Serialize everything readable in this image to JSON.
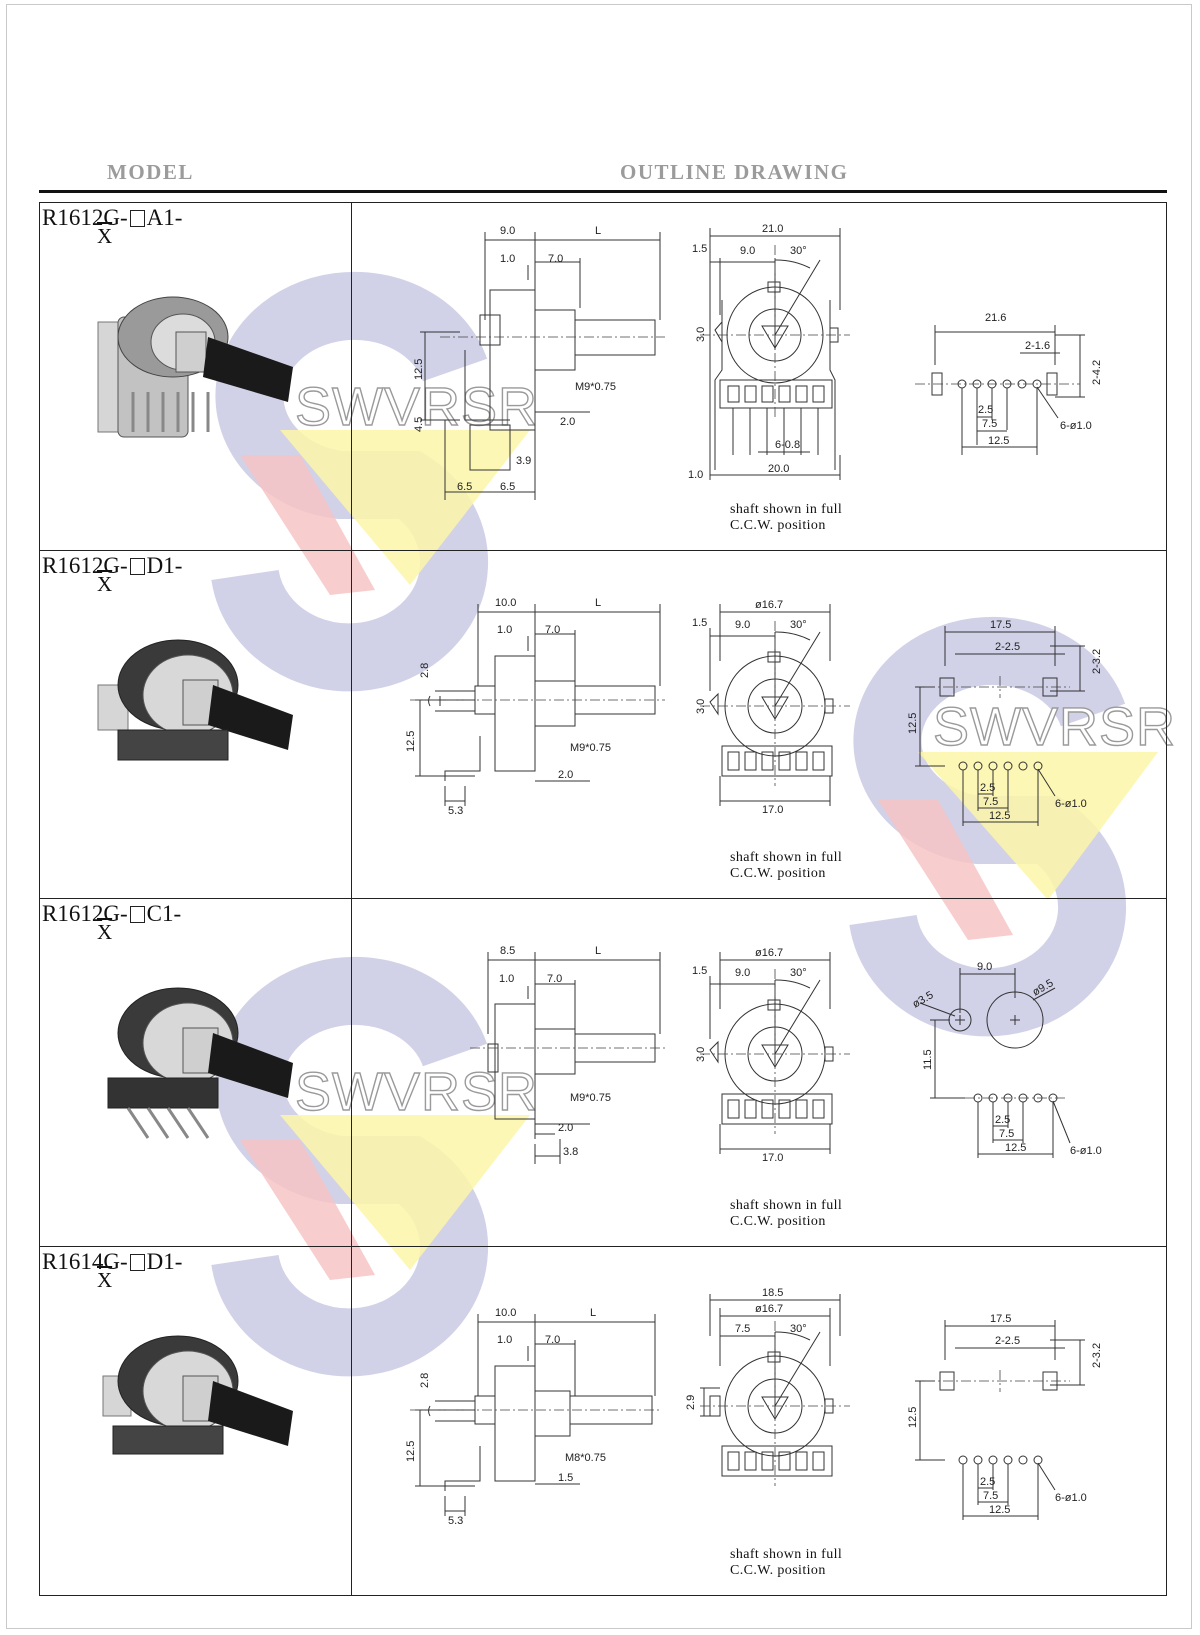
{
  "header": {
    "model": "MODEL",
    "outline": "OUTLINE DRAWING"
  },
  "watermark": {
    "text": "SWVRSR",
    "colors": [
      "#c9c9e4",
      "#f6c4c4",
      "#fdf6a8"
    ]
  },
  "caption_line1": "shaft shown in full",
  "caption_line2": "C.C.W. position",
  "rows": [
    {
      "model_prefix": "R1612G-",
      "model_suffix": "A1-",
      "x": "X",
      "side": {
        "d1": "9.0",
        "d2": "L",
        "d3": "1.0",
        "d4": "7.0",
        "thread": "M9*0.75",
        "d5": "12.5",
        "d6": "4.5",
        "d7": "2.0",
        "d8": "3.9",
        "d9": "6.5",
        "d10": "6.5"
      },
      "front": {
        "top": "21.0",
        "a": "1.5",
        "b": "9.0",
        "angle": "30°",
        "h": "3.0",
        "pins": "6-0.8",
        "bl": "1.0",
        "bottom": "20.0"
      },
      "pcb": {
        "w": "21.6",
        "s": "2-1.6",
        "t": "2-4.2",
        "p1": "2.5",
        "p2": "7.5",
        "p3": "12.5",
        "holes": "6-ø1.0"
      }
    },
    {
      "model_prefix": "R1612G-",
      "model_suffix": "D1-",
      "x": "X",
      "side": {
        "d1": "10.0",
        "d2": "L",
        "d3": "1.0",
        "d4": "7.0",
        "thread": "M9*0.75",
        "d5": "2.8",
        "d6": "12.5",
        "d7": "2.0",
        "d8": "5.3"
      },
      "front": {
        "top": "ø16.7",
        "a": "1.5",
        "b": "9.0",
        "angle": "30°",
        "h": "3.0",
        "bottom": "17.0"
      },
      "pcb": {
        "w": "17.5",
        "s": "2-2.5",
        "t": "2-3.2",
        "v": "12.5",
        "p1": "2.5",
        "p2": "7.5",
        "p3": "12.5",
        "holes": "6-ø1.0"
      }
    },
    {
      "model_prefix": "R1612G-",
      "model_suffix": "C1-",
      "x": "X",
      "side": {
        "d1": "8.5",
        "d2": "L",
        "d3": "1.0",
        "d4": "7.0",
        "thread": "M9*0.75",
        "d7": "2.0",
        "d8": "3.8"
      },
      "front": {
        "top": "ø16.7",
        "a": "1.5",
        "b": "9.0",
        "angle": "30°",
        "h": "3.0",
        "bottom": "17.0"
      },
      "pcb": {
        "w": "9.0",
        "s": "ø3.5",
        "t": "ø9.5",
        "v": "11.5",
        "p1": "2.5",
        "p2": "7.5",
        "p3": "12.5",
        "holes": "6-ø1.0"
      }
    },
    {
      "model_prefix": "R1614G-",
      "model_suffix": "D1-",
      "x": "X",
      "side": {
        "d1": "10.0",
        "d2": "L",
        "d3": "1.0",
        "d4": "7.0",
        "thread": "M8*0.75",
        "d5": "2.8",
        "d6": "12.5",
        "d7": "1.5",
        "d8": "5.3"
      },
      "front": {
        "top0": "18.5",
        "top": "ø16.7",
        "b": "7.5",
        "angle": "30°",
        "h": "2.9"
      },
      "pcb": {
        "w": "17.5",
        "s": "2-2.5",
        "t": "2-3.2",
        "v": "12.5",
        "p1": "2.5",
        "p2": "7.5",
        "p3": "12.5",
        "holes": "6-ø1.0"
      }
    }
  ]
}
